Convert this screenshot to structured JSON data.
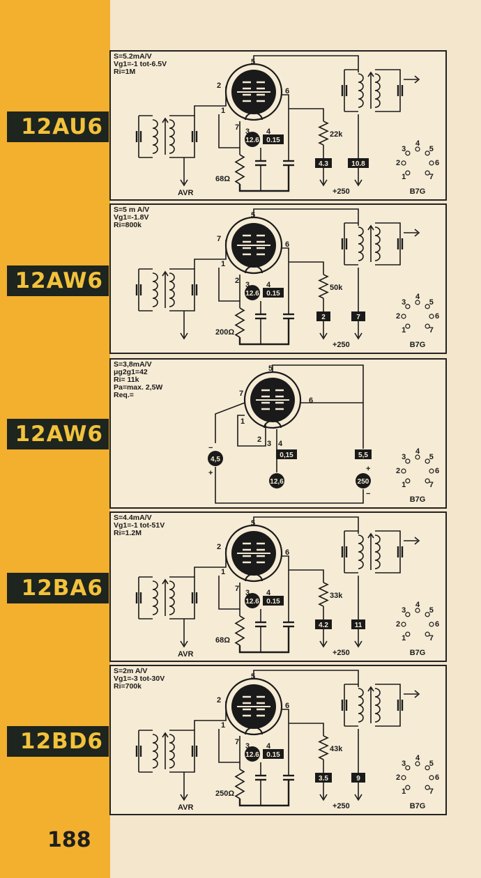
{
  "page_number": "188",
  "panels": [
    {
      "tube": "12AU6",
      "params": [
        "S=5.2mA/V",
        "Vg1=-1 tot-6.5V",
        "Ri=1M"
      ],
      "pins": {
        "top": "5",
        "left_upper": "2",
        "left_mid": "1",
        "right": "6",
        "bottom_left": "7",
        "b3": "3",
        "b4": "4"
      },
      "heater": "12.6",
      "current": "0.15",
      "cathode_resistor": "68Ω",
      "screen_resistor": "22k",
      "v_screen": "4.3",
      "v_anode": "10.8",
      "supply": "+250",
      "avr": "AVR",
      "base": "B7G",
      "socket_pins": [
        "1",
        "2",
        "3",
        "4",
        "5",
        "6",
        "7"
      ]
    },
    {
      "tube": "12AW6",
      "params": [
        "S=5 m A/V",
        "Vg1=-1.8V",
        "Ri=800k"
      ],
      "pins": {
        "top": "5",
        "left_upper": "7",
        "left_mid": "1",
        "right": "6",
        "bottom_left": "2",
        "b3": "3",
        "b4": "4"
      },
      "heater": "12.6",
      "current": "0.15",
      "cathode_resistor": "200Ω",
      "screen_resistor": "50k",
      "v_screen": "2",
      "v_anode": "7",
      "supply": "+250",
      "avr": "",
      "base": "B7G",
      "socket_pins": [
        "1",
        "2",
        "3",
        "4",
        "5",
        "6",
        "7"
      ]
    },
    {
      "tube": "12AW6",
      "params": [
        "S=3,8mA/V",
        "μg2g1=42",
        "Ri= 11k",
        "Pa=max. 2,5W",
        "Req.="
      ],
      "pins": {
        "top": "5",
        "left_upper": "7",
        "left_mid": "1",
        "right": "6",
        "bottom_left": "2",
        "b3": "3",
        "b4": "4"
      },
      "bias": "4,5",
      "current": "0,15",
      "v_screen": "5,5",
      "heater": "12,6",
      "supply": "250",
      "minus": "−",
      "plus": "+",
      "base": "B7G",
      "socket_pins": [
        "1",
        "2",
        "3",
        "4",
        "5",
        "6",
        "7"
      ]
    },
    {
      "tube": "12BA6",
      "params": [
        "S=4.4mA/V",
        "Vg1=-1 tot-51V",
        "Ri=1.2M"
      ],
      "pins": {
        "top": "5",
        "left_upper": "2",
        "left_mid": "1",
        "right": "6",
        "bottom_left": "7",
        "b3": "3",
        "b4": "4"
      },
      "heater": "12.6",
      "current": "0.15",
      "cathode_resistor": "68Ω",
      "screen_resistor": "33k",
      "v_screen": "4.2",
      "v_anode": "11",
      "supply": "+250",
      "avr": "AVR",
      "base": "B7G",
      "socket_pins": [
        "1",
        "2",
        "3",
        "4",
        "5",
        "6",
        "7"
      ]
    },
    {
      "tube": "12BD6",
      "params": [
        "S=2m A/V",
        "Vg1=-3 tot-30V",
        "Ri=700k"
      ],
      "pins": {
        "top": "5",
        "left_upper": "2",
        "left_mid": "1",
        "right": "6",
        "bottom_left": "7",
        "b3": "3",
        "b4": "4"
      },
      "heater": "12.6",
      "current": "0.15",
      "cathode_resistor": "250Ω",
      "screen_resistor": "43k",
      "v_screen": "3.5",
      "v_anode": "9",
      "supply": "+250",
      "avr": "AVR",
      "base": "B7G",
      "socket_pins": [
        "1",
        "2",
        "3",
        "4",
        "5",
        "6",
        "7"
      ]
    }
  ]
}
